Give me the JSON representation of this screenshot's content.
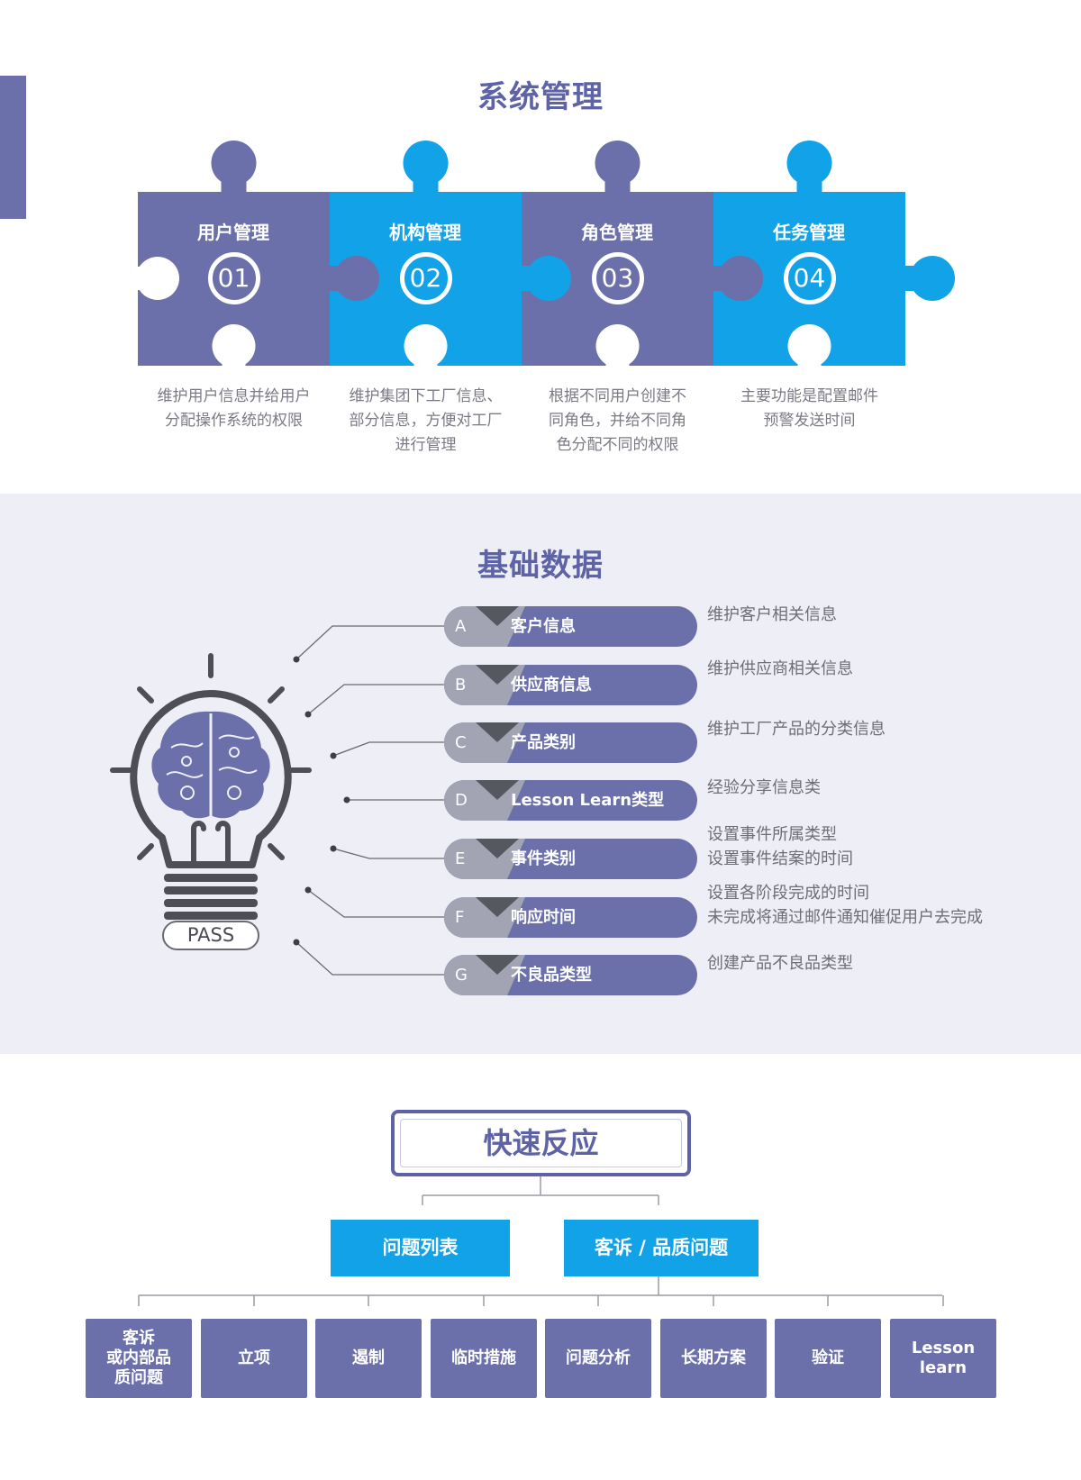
{
  "system_management": {
    "title": "系统管理",
    "pieces": [
      {
        "label": "用户管理",
        "num": "01",
        "desc": "维护用户信息并给用户\n分配操作系统的权限",
        "color": "#6b6faa"
      },
      {
        "label": "机构管理",
        "num": "02",
        "desc": "维护集团下工厂信息、\n部分信息，方便对工厂\n进行管理",
        "color": "#12a2e8"
      },
      {
        "label": "角色管理",
        "num": "03",
        "desc": "根据不同用户创建不\n同角色，并给不同角\n色分配不同的权限",
        "color": "#6b6faa"
      },
      {
        "label": "任务管理",
        "num": "04",
        "desc": "主要功能是配置邮件\n预警发送时间",
        "color": "#12a2e8"
      }
    ]
  },
  "basic_data": {
    "title": "基础数据",
    "pass_label": "PASS",
    "items": [
      {
        "letter": "A",
        "label": "客户信息",
        "desc": "维护客户相关信息"
      },
      {
        "letter": "B",
        "label": "供应商信息",
        "desc": "维护供应商相关信息"
      },
      {
        "letter": "C",
        "label": "产品类别",
        "desc": "维护工厂产品的分类信息"
      },
      {
        "letter": "D",
        "label": "Lesson Learn类型",
        "desc": "经验分享信息类"
      },
      {
        "letter": "E",
        "label": "事件类别",
        "desc": "设置事件所属类型\n设置事件结案的时间"
      },
      {
        "letter": "F",
        "label": "响应时间",
        "desc": "设置各阶段完成的时间\n未完成将通过邮件通知催促用户去完成"
      },
      {
        "letter": "G",
        "label": "不良品类型",
        "desc": "创建产品不良品类型"
      }
    ]
  },
  "quick_response": {
    "title": "快速反应",
    "branches": [
      "问题列表",
      "客诉 / 品质问题"
    ],
    "leaves": [
      "客诉\n或内部品\n质问题",
      "立项",
      "遏制",
      "临时措施",
      "问题分析",
      "长期方案",
      "验证",
      "Lesson\nlearn"
    ]
  },
  "colors": {
    "purple": "#6b6faa",
    "blue": "#12a2e8",
    "title": "#5d63a4",
    "band": "#eeeef6"
  }
}
